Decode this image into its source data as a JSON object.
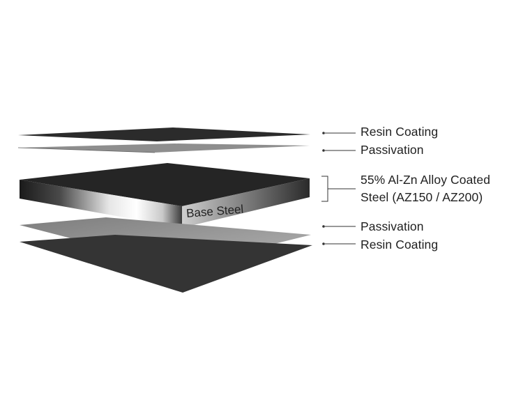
{
  "diagram": {
    "layers_top_to_bottom": [
      {
        "id": "resin-top",
        "label": "Resin Coating"
      },
      {
        "id": "passivation-top",
        "label": "Passivation"
      },
      {
        "id": "alloy-steel",
        "label_line1": "55% Al-Zn Alloy Coated",
        "label_line2": "Steel  (AZ150 / AZ200)",
        "inner_label": "Base Steel"
      },
      {
        "id": "passivation-bottom",
        "label": "Passivation"
      },
      {
        "id": "resin-bottom",
        "label": "Resin Coating"
      }
    ]
  },
  "colors": {
    "resin_dark": "#2b2b2b",
    "passivation_gray": "#9a9a9a",
    "steel_top": "#242424",
    "leader_line": "#333333"
  }
}
